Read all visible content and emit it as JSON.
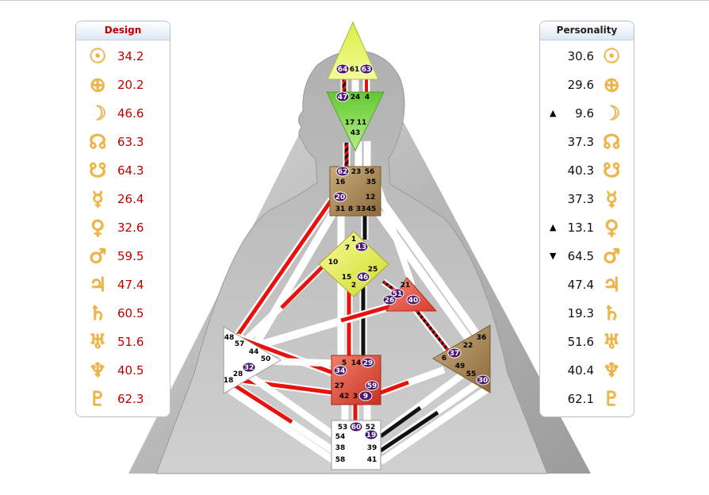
{
  "design": {
    "title": "Design",
    "rows": [
      {
        "icon": "sun-icon",
        "glyph": "☉",
        "value": "34.2"
      },
      {
        "icon": "earth-icon",
        "glyph": "⊕",
        "value": "20.2"
      },
      {
        "icon": "moon-icon",
        "glyph": "☽",
        "value": "46.6"
      },
      {
        "icon": "north-node-icon",
        "glyph": "☊",
        "value": "63.3"
      },
      {
        "icon": "south-node-icon",
        "glyph": "☋",
        "value": "64.3"
      },
      {
        "icon": "mercury-icon",
        "glyph": "☿",
        "value": "26.4"
      },
      {
        "icon": "venus-icon",
        "glyph": "♀",
        "value": "32.6"
      },
      {
        "icon": "mars-icon",
        "glyph": "♂",
        "value": "59.5"
      },
      {
        "icon": "jupiter-icon",
        "glyph": "♃",
        "value": "47.4"
      },
      {
        "icon": "saturn-icon",
        "glyph": "♄",
        "value": "60.5"
      },
      {
        "icon": "uranus-icon",
        "glyph": "♅",
        "value": "51.6"
      },
      {
        "icon": "neptune-icon",
        "glyph": "♆",
        "value": "40.5"
      },
      {
        "icon": "pluto-icon",
        "glyph": "♇",
        "value": "62.3"
      }
    ]
  },
  "personality": {
    "title": "Personality",
    "rows": [
      {
        "icon": "sun-icon",
        "glyph": "☉",
        "value": "30.6",
        "arrow": ""
      },
      {
        "icon": "earth-icon",
        "glyph": "⊕",
        "value": "29.6",
        "arrow": ""
      },
      {
        "icon": "moon-icon",
        "glyph": "☽",
        "value": "9.6",
        "arrow": "▲"
      },
      {
        "icon": "north-node-icon",
        "glyph": "☊",
        "value": "37.3",
        "arrow": ""
      },
      {
        "icon": "south-node-icon",
        "glyph": "☋",
        "value": "40.3",
        "arrow": ""
      },
      {
        "icon": "mercury-icon",
        "glyph": "☿",
        "value": "37.3",
        "arrow": ""
      },
      {
        "icon": "venus-icon",
        "glyph": "♀",
        "value": "13.1",
        "arrow": "▲"
      },
      {
        "icon": "mars-icon",
        "glyph": "♂",
        "value": "64.5",
        "arrow": "▼"
      },
      {
        "icon": "jupiter-icon",
        "glyph": "♃",
        "value": "47.4",
        "arrow": ""
      },
      {
        "icon": "saturn-icon",
        "glyph": "♄",
        "value": "19.3",
        "arrow": ""
      },
      {
        "icon": "uranus-icon",
        "glyph": "♅",
        "value": "51.6",
        "arrow": ""
      },
      {
        "icon": "neptune-icon",
        "glyph": "♆",
        "value": "40.4",
        "arrow": ""
      },
      {
        "icon": "pluto-icon",
        "glyph": "♇",
        "value": "62.1",
        "arrow": ""
      }
    ]
  },
  "colors": {
    "design": "#e8120c",
    "personality": "#111111",
    "channel_empty": "#ffffff",
    "gate_badge": "#4b1870",
    "head": "#e0f060",
    "ajna": "#80e040",
    "g_center": "#e8ef50",
    "defined_tan": "#b0905a",
    "defined_red": "#e04a38",
    "undefined": "#ffffff"
  },
  "centers": {
    "head": {
      "gates": [
        "64",
        "61",
        "63"
      ],
      "highlighted": [
        "64",
        "63"
      ]
    },
    "ajna": {
      "gates": [
        "47",
        "24",
        "4",
        "17",
        "11",
        "43"
      ],
      "highlighted": [
        "47"
      ]
    },
    "throat": {
      "gates": [
        "62",
        "23",
        "56",
        "16",
        "35",
        "20",
        "12",
        "31",
        "8",
        "33",
        "45"
      ],
      "highlighted": [
        "62",
        "20"
      ]
    },
    "g": {
      "gates": [
        "1",
        "13",
        "7",
        "10",
        "25",
        "15",
        "46",
        "2"
      ],
      "highlighted": [
        "13",
        "46"
      ]
    },
    "ego": {
      "gates": [
        "21",
        "51",
        "26",
        "40"
      ],
      "highlighted": [
        "51",
        "26",
        "40"
      ]
    },
    "spleen": {
      "gates": [
        "48",
        "57",
        "44",
        "50",
        "32",
        "28",
        "18"
      ],
      "highlighted": [
        "32"
      ]
    },
    "sacral": {
      "gates": [
        "5",
        "14",
        "29",
        "34",
        "27",
        "59",
        "42",
        "3",
        "9"
      ],
      "highlighted": [
        "29",
        "34",
        "59",
        "9"
      ]
    },
    "solar_plexus": {
      "gates": [
        "36",
        "37",
        "22",
        "6",
        "49",
        "55",
        "30"
      ],
      "highlighted": [
        "37",
        "30"
      ]
    },
    "root": {
      "gates": [
        "53",
        "60",
        "52",
        "54",
        "19",
        "38",
        "39",
        "58",
        "41"
      ],
      "highlighted": [
        "60",
        "19"
      ]
    }
  }
}
